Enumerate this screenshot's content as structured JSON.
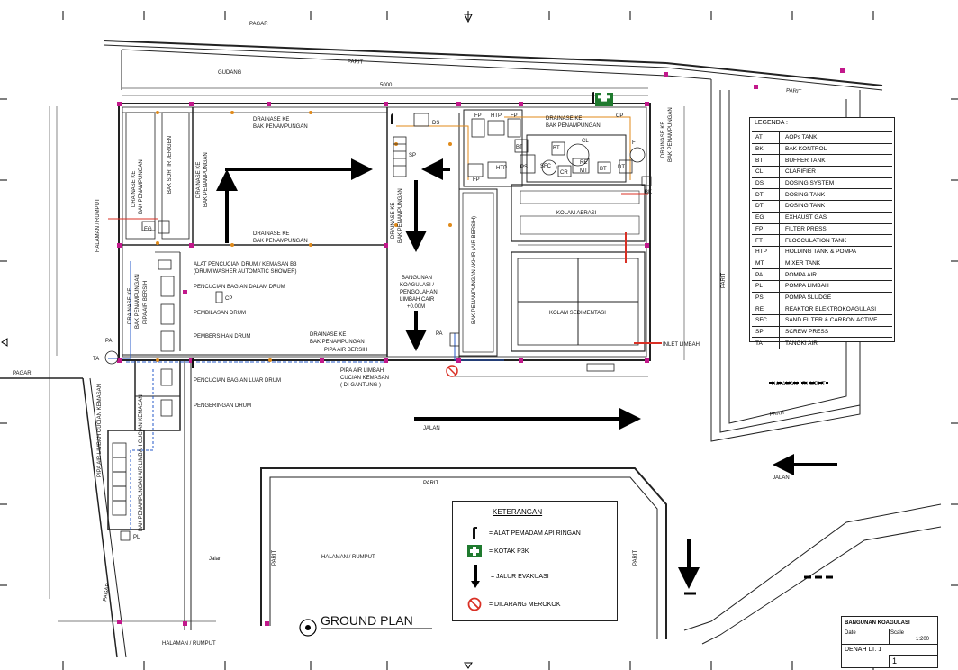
{
  "site": {
    "pagar_top": "PAGAR",
    "pagar_left": "PAGAR",
    "pagar_bottom_left": "PAGAR",
    "gudang": "GUDANG",
    "parit": "PARIT",
    "jalan": "JALAN",
    "jalan_lower": "Jalan",
    "halaman_rumput": "HALAMAN / RUMPUT",
    "dimension_total": "5000"
  },
  "rooms": {
    "drainase_1": "DRAINASE KE",
    "drainase_2": "BAK PENAMPUNGAN",
    "bak_sortir": "BAK SORTIR JERIGEN",
    "alat_pencucian_1": "ALAT PENCUCIAN DRUM / KEMASAN B3",
    "alat_pencucian_2": "(DRUM WASHER AUTOMATIC SHOWER)",
    "pencucian_dalam": "PENCUCIAN BAGIAN DALAM DRUM",
    "pembilasan": "PEMBILASAN DRUM",
    "pembersihan": "PEMBERSIHAN DRUM",
    "pipa_air_bersih": "PIPA AIR BERSIH",
    "pipa_limbah_1": "PIPA AIR LIMBAH",
    "pipa_limbah_2": "CUCIAN KEMASAN",
    "pipa_limbah_3": "( DI GANTUNG )",
    "pencucian_luar": "PENCUCIAN BAGIAN LUAR DRUM",
    "pengeringan": "PENGERINGAN DRUM",
    "pipa_vertical": "PIPA AIR LIMBAH CUCIAN KEMASAN",
    "bak_vertical": "BAK PENAMPUNGAN AIR LIMBAH CUCIAN KEMASAN",
    "bangunan_1": "BANGUNAN",
    "bangunan_2": "KOAGULASI /",
    "bangunan_3": "PENGOLAHAN",
    "bangunan_4": "LIMBAH CAIR",
    "bangunan_5": "+0.00M",
    "bak_akhir": "BAK PENAMPUNGAN AKHIR (AIR BERSIH)",
    "kolam_aerasi": "KOLAM AERASI",
    "kolam_sedimentasi": "KOLAM SEDIMENTASI",
    "inlet_limbah": "INLET LIMBAH"
  },
  "equipment": [
    "DS",
    "SP",
    "FP",
    "HTP",
    "BT",
    "PS",
    "SFC",
    "RE",
    "CL",
    "CR",
    "MT",
    "DT",
    "FT",
    "EG",
    "CP",
    "PA",
    "TA",
    "PL",
    "BK"
  ],
  "legend": {
    "title": "LEGENDA :",
    "items": [
      [
        "AT",
        "AOPs TANK"
      ],
      [
        "BK",
        "BAK KONTROL"
      ],
      [
        "BT",
        "BUFFER TANK"
      ],
      [
        "CL",
        "CLARIFIER"
      ],
      [
        "DS",
        "DOSING SYSTEM"
      ],
      [
        "DT",
        "DOSING TANK"
      ],
      [
        "DT",
        "DOSING TANK"
      ],
      [
        "EG",
        "EXHAUST GAS"
      ],
      [
        "FP",
        "FILTER PRESS"
      ],
      [
        "FT",
        "FLOCCULATION TANK"
      ],
      [
        "HTP",
        "HOLDING TANK & POMPA"
      ],
      [
        "MT",
        "MIXER TANK"
      ],
      [
        "PA",
        "POMPA AIR"
      ],
      [
        "PL",
        "POMPA LIMBAH"
      ],
      [
        "PS",
        "POMPA SLUDGE"
      ],
      [
        "RE",
        "REAKTOR ELEKTROKOAGULASI"
      ],
      [
        "SFC",
        "SAND FILTER & CARBON ACTIVE"
      ],
      [
        "SP",
        "SCREW PRESS"
      ],
      [
        "TA",
        "TANGKI AIR"
      ]
    ]
  },
  "keterangan": {
    "title": "KETERANGAN",
    "items": [
      "= ALAT PEMADAM API RINGAN",
      "= KOTAK P3K",
      "= JALUR EVAKUASI",
      "= DILARANG MEROKOK"
    ]
  },
  "ground_plan": "GROUND PLAN",
  "title_block": {
    "name": "BANGUNAN KOAGULASI",
    "date_label": "Date",
    "scale_label": "Scale",
    "scale_value": "1:200",
    "sheet": "DENAH LT. 1",
    "number": "1"
  },
  "colors": {
    "wall": "#222222",
    "magenta_mark": "#c2188b",
    "orange_mark": "#e08a1a",
    "red_pipe": "#d93025",
    "blue_pipe": "#2458c8",
    "green_box": "#1f7a2e"
  }
}
